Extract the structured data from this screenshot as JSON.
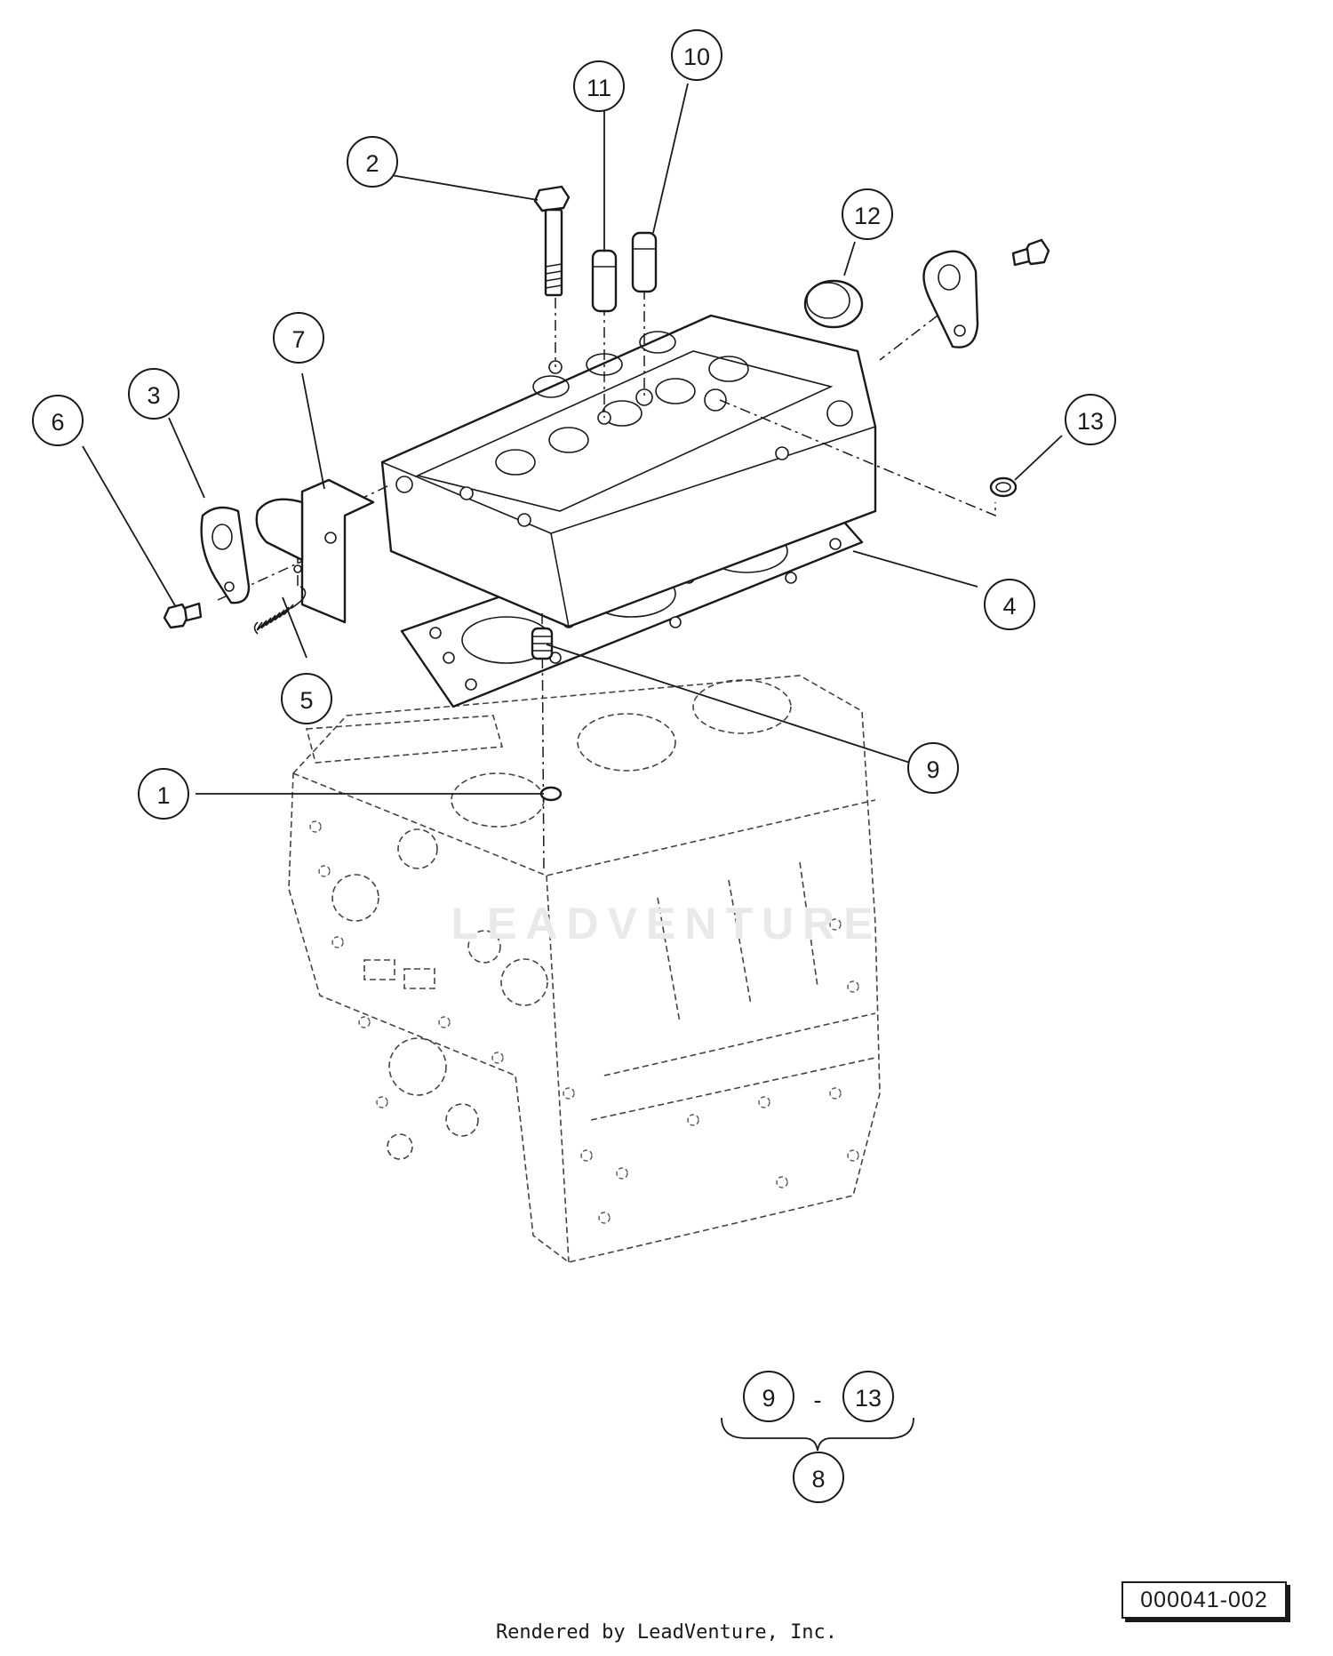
{
  "callouts": [
    {
      "label": "1"
    },
    {
      "label": "2"
    },
    {
      "label": "3"
    },
    {
      "label": "4"
    },
    {
      "label": "5"
    },
    {
      "label": "6"
    },
    {
      "label": "7"
    },
    {
      "label": "9"
    },
    {
      "label": "10"
    },
    {
      "label": "11"
    },
    {
      "label": "12"
    },
    {
      "label": "13"
    }
  ],
  "kit_group": {
    "from": "9",
    "separator": "-",
    "to": "13",
    "kit": "8"
  },
  "watermark": "LEADVENTURE",
  "diagram_id": "000041-002",
  "footer": "Rendered by LeadVenture, Inc."
}
